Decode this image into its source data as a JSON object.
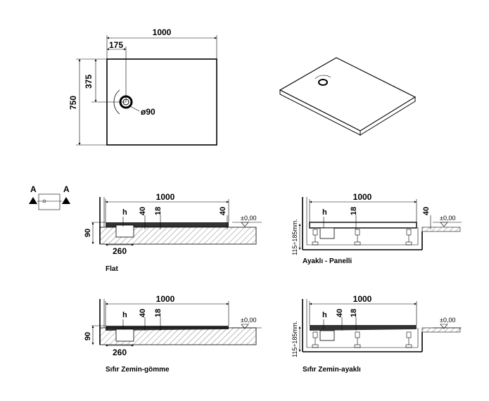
{
  "top_view": {
    "width_dim": "1000",
    "drain_offset_x": "175",
    "drain_offset_y": "375",
    "height_dim": "750",
    "drain_diameter": "ø90"
  },
  "marker": {
    "left": "A",
    "right": "A"
  },
  "sections": {
    "flat": {
      "title": "Flat",
      "length": "1000",
      "h": "h",
      "d40": "40",
      "d18": "18",
      "d40b": "40",
      "level": "±0,00",
      "d90": "90",
      "d260": "260"
    },
    "ayakli_panelli": {
      "title": "Ayaklı - Panelli",
      "length": "1000",
      "h": "h",
      "d18": "18",
      "d40": "40",
      "level": "±0,00",
      "range": "115÷185mm."
    },
    "sifir_gomme": {
      "title": "Sıfır Zemin-gömme",
      "length": "1000",
      "h": "h",
      "d40": "40",
      "d18": "18",
      "level": "±0,00",
      "d90": "90",
      "d260": "260"
    },
    "sifir_ayakli": {
      "title": "Sıfır Zemin-ayaklı",
      "length": "1000",
      "h": "h",
      "d40": "40",
      "d18": "18",
      "level": "±0,00",
      "range": "115÷185mm."
    }
  }
}
